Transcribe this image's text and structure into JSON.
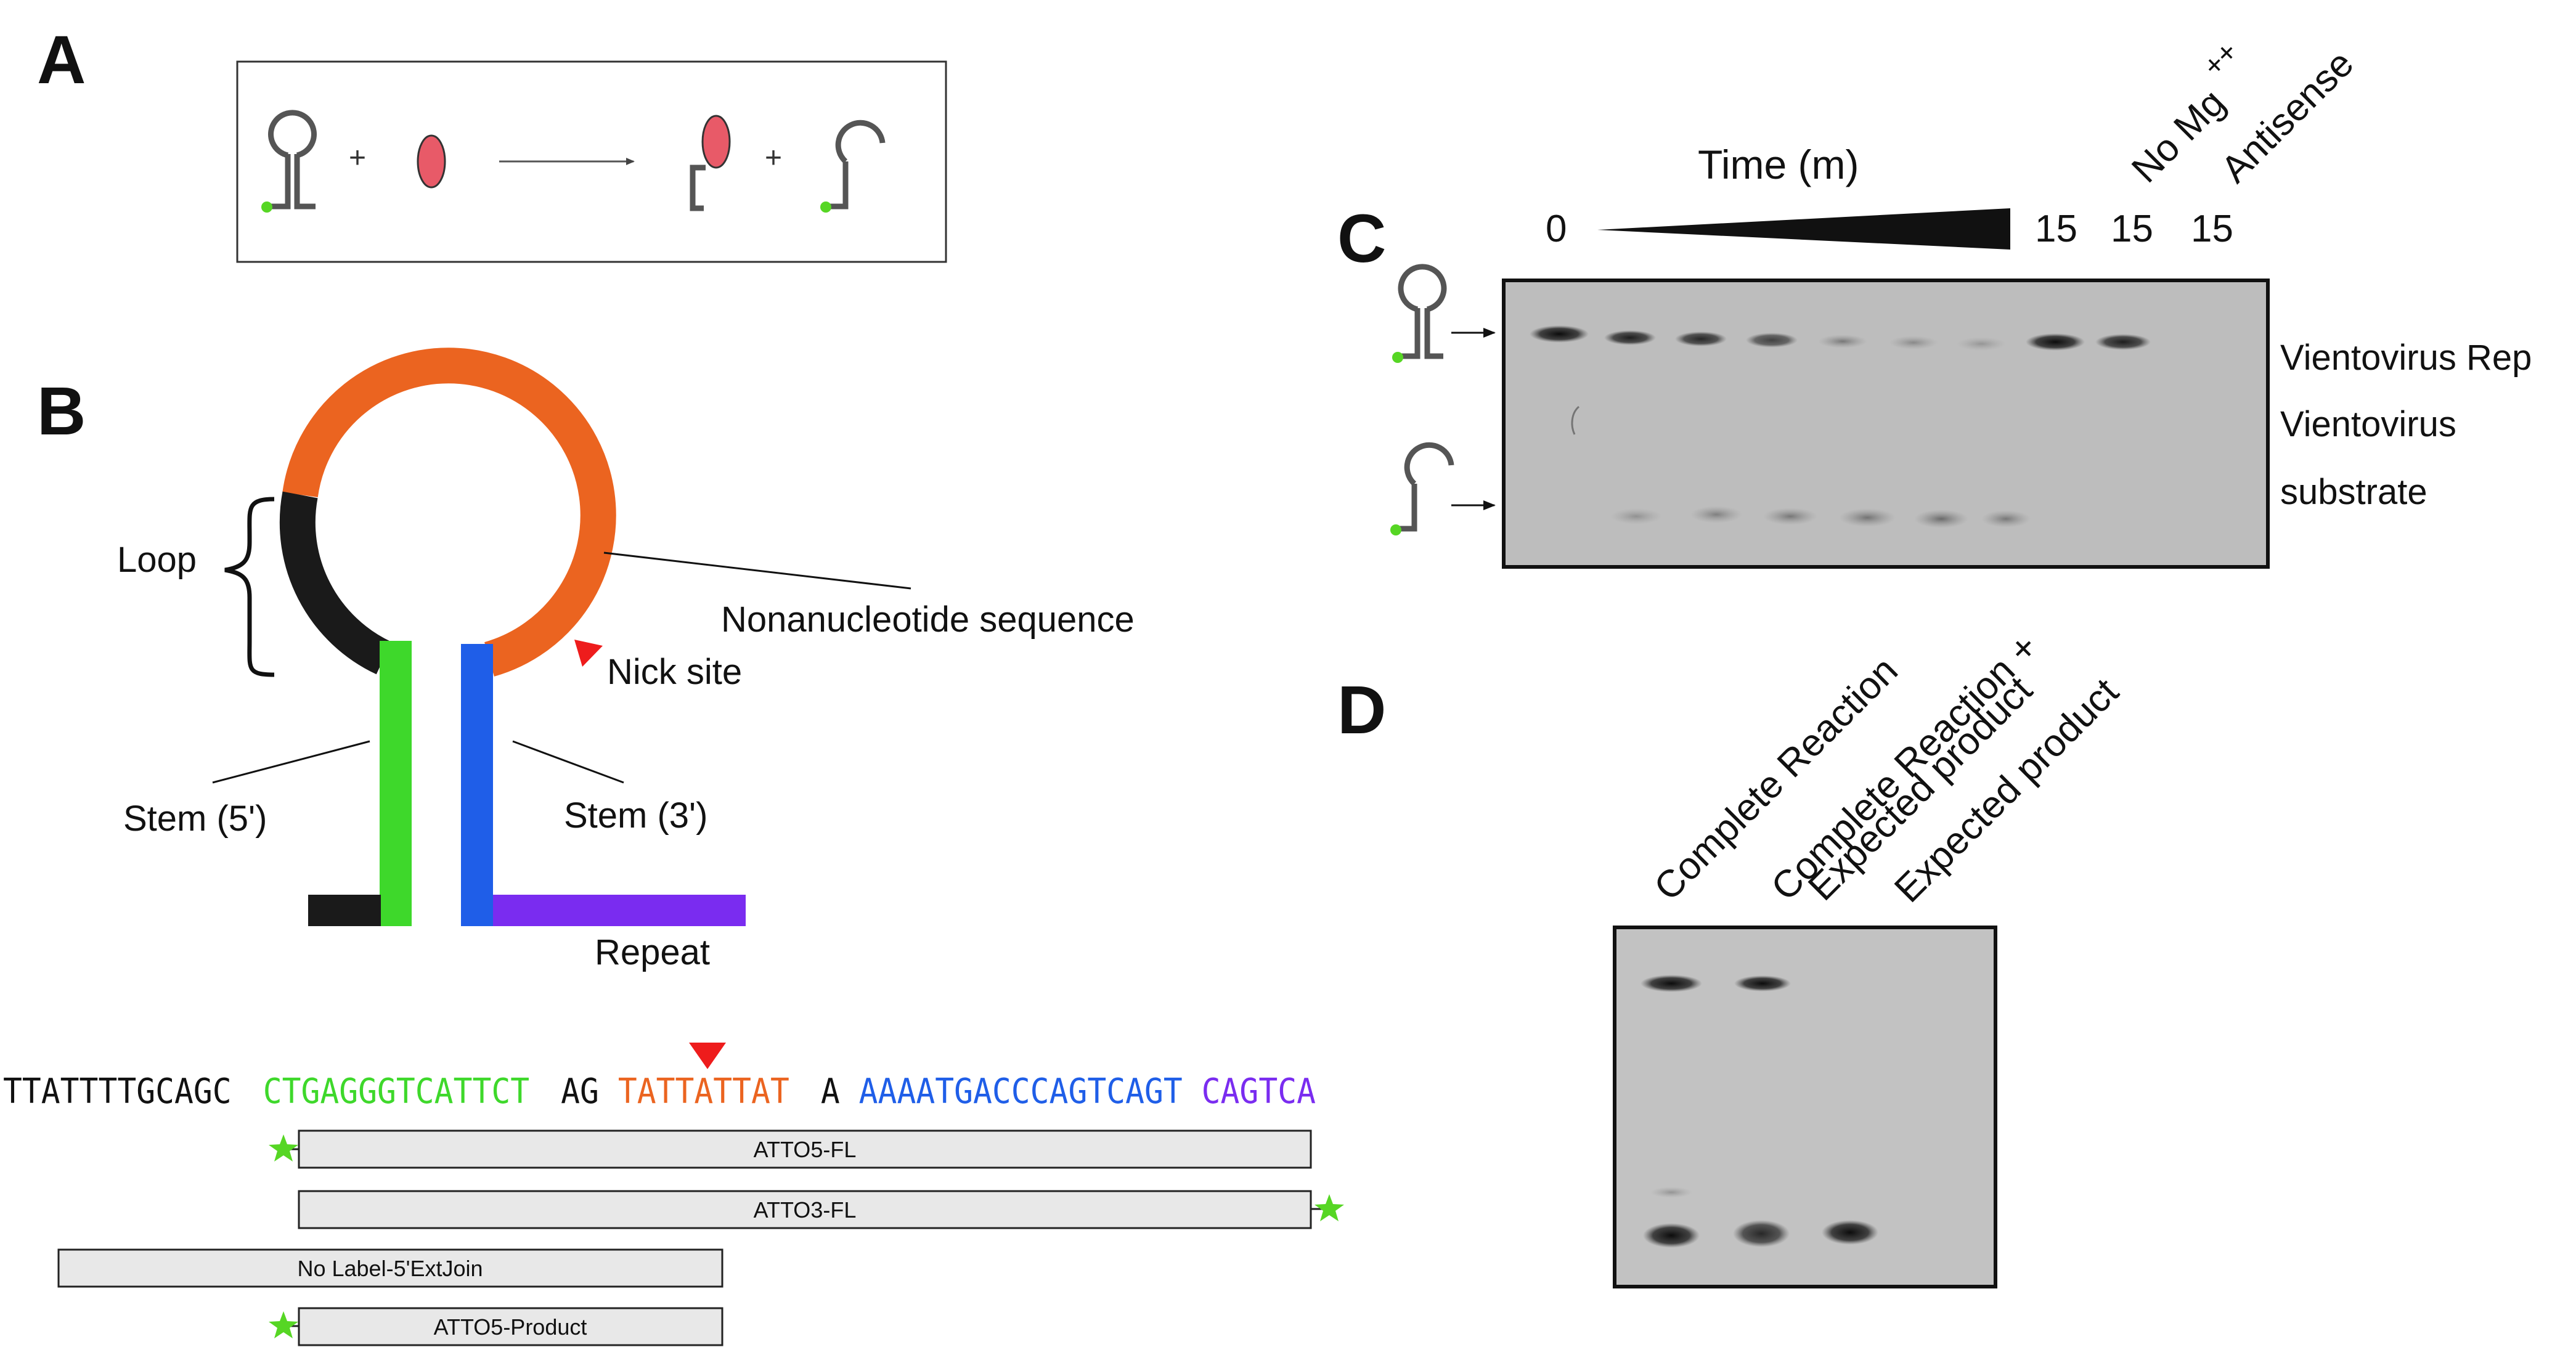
{
  "panels": {
    "a": "A",
    "b": "B",
    "c": "C",
    "d": "D"
  },
  "panel_a": {
    "plus_1": "+",
    "plus_2": "+"
  },
  "panel_b": {
    "loop": "Loop",
    "nonanucleotide": "Nonanucleotide sequence",
    "nick_site": "Nick site",
    "stem5": "Stem (5')",
    "stem3": "Stem (3')",
    "repeat": "Repeat",
    "colors": {
      "loop_orange": "#eb6420",
      "loop_black": "#1a1a1a",
      "stem5_green": "#3ed82b",
      "stem3_blue": "#1f5ee8",
      "repeat_purple": "#7a2cf0",
      "nick_red": "#ee1c1c"
    }
  },
  "sequence": {
    "seg1": "TTATTTTGCAGC",
    "seg2": "CTGAGGGTCATTCT",
    "seg3": "AG",
    "seg4": "TATTATTAT",
    "seg5": "A",
    "seg6": "AAAATGACCCAGTCAGT",
    "seg7": "CAGTCA"
  },
  "oligos": {
    "o1": "ATTO5-FL",
    "o2": "ATTO3-FL",
    "o3": "No Label-5'ExtJoin",
    "o4": "ATTO5-Product"
  },
  "panel_c": {
    "time_label": "Time (m)",
    "lane_0": "0",
    "lane_15a": "15",
    "lane_15b": "15",
    "lane_15c": "15",
    "no_mg": "No Mg",
    "mg_sup": "++",
    "antisense": "Antisense",
    "right_1": "Vientovirus Rep",
    "right_2": "Vientovirus",
    "right_3": "substrate"
  },
  "panel_d": {
    "lane_1": "Complete Reaction",
    "lane_2a": "Complete Reaction +",
    "lane_2b": "Expected product",
    "lane_3": "Expected product"
  }
}
